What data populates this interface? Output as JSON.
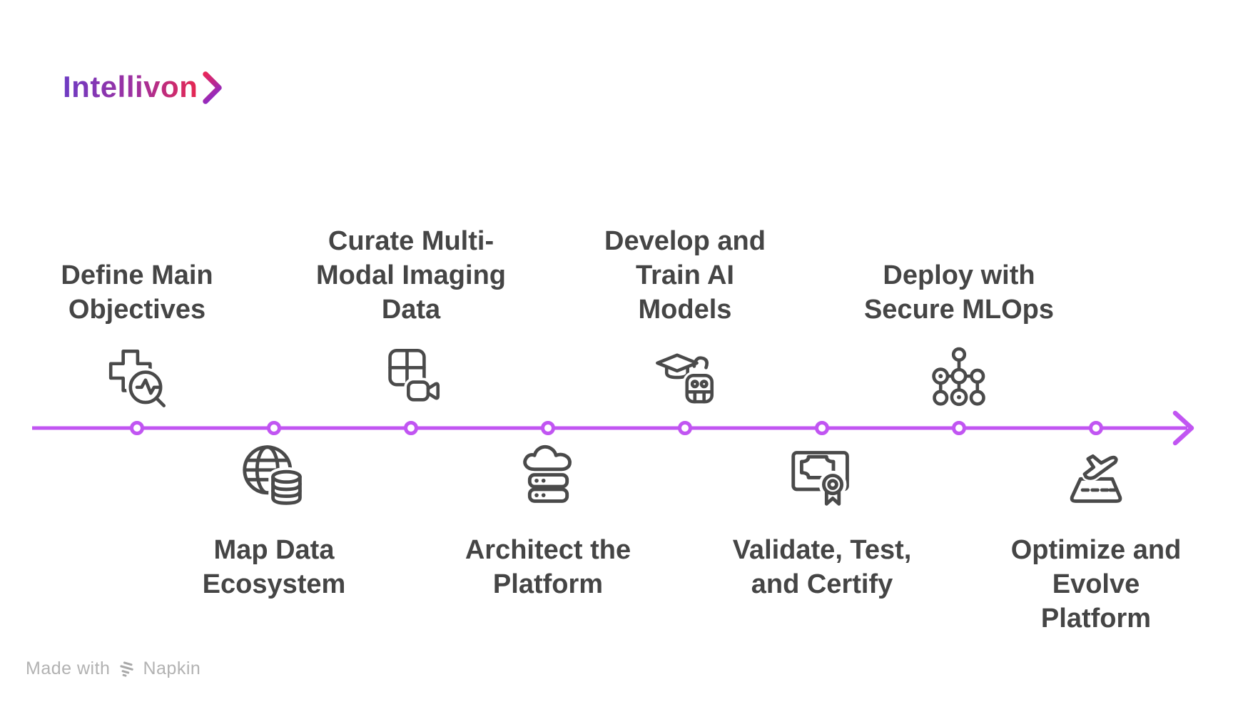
{
  "brand": {
    "name": "Intellivon",
    "gradient_from": "#6e3cc3",
    "gradient_mid": "#a0309f",
    "gradient_to": "#e62851"
  },
  "colors": {
    "timeline": "#c155f2",
    "node_fill": "#ffffff",
    "icon_stroke": "#4a4a4a",
    "label_text": "#454545",
    "footer_text": "#b2b2b2"
  },
  "timeline": {
    "node_count": 8,
    "direction": "left-to-right-arrow"
  },
  "steps": [
    {
      "label": "Define Main\nObjectives",
      "icon": "medical-cross-search",
      "side": "above"
    },
    {
      "label": "Map Data\nEcosystem",
      "icon": "globe-database",
      "side": "below"
    },
    {
      "label": "Curate Multi-\nModal Imaging\nData",
      "icon": "image-grid-video",
      "side": "above"
    },
    {
      "label": "Architect the\nPlatform",
      "icon": "cloud-server",
      "side": "below"
    },
    {
      "label": "Develop and\nTrain AI\nModels",
      "icon": "education-robot",
      "side": "above"
    },
    {
      "label": "Validate, Test,\nand Certify",
      "icon": "certificate-ribbon",
      "side": "below"
    },
    {
      "label": "Deploy with\nSecure MLOps",
      "icon": "network-nodes",
      "side": "above"
    },
    {
      "label": "Optimize and\nEvolve\nPlatform",
      "icon": "plane-takeoff",
      "side": "below"
    }
  ],
  "footer": {
    "prefix": "Made with",
    "brand": "Napkin"
  }
}
